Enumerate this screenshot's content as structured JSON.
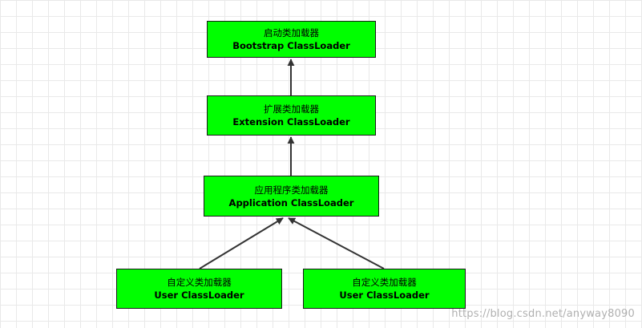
{
  "diagram": {
    "nodes": [
      {
        "id": "bootstrap",
        "cn": "启动类加载器",
        "en": "Bootstrap ClassLoader"
      },
      {
        "id": "extension",
        "cn": "扩展类加载器",
        "en": "Extension ClassLoader"
      },
      {
        "id": "application",
        "cn": "应用程序类加载器",
        "en": "Application ClassLoader"
      },
      {
        "id": "user1",
        "cn": "自定义类加载器",
        "en": "User ClassLoader"
      },
      {
        "id": "user2",
        "cn": "自定义类加载器",
        "en": "User ClassLoader"
      }
    ],
    "edges": [
      {
        "from": "extension",
        "to": "bootstrap"
      },
      {
        "from": "application",
        "to": "extension"
      },
      {
        "from": "user1",
        "to": "application"
      },
      {
        "from": "user2",
        "to": "application"
      }
    ],
    "colors": {
      "node_fill": "#00ff00",
      "node_border": "#1a1a1a",
      "edge": "#333333",
      "grid": "#e9e9e9"
    }
  },
  "watermark": "https://blog.csdn.net/anyway8090"
}
